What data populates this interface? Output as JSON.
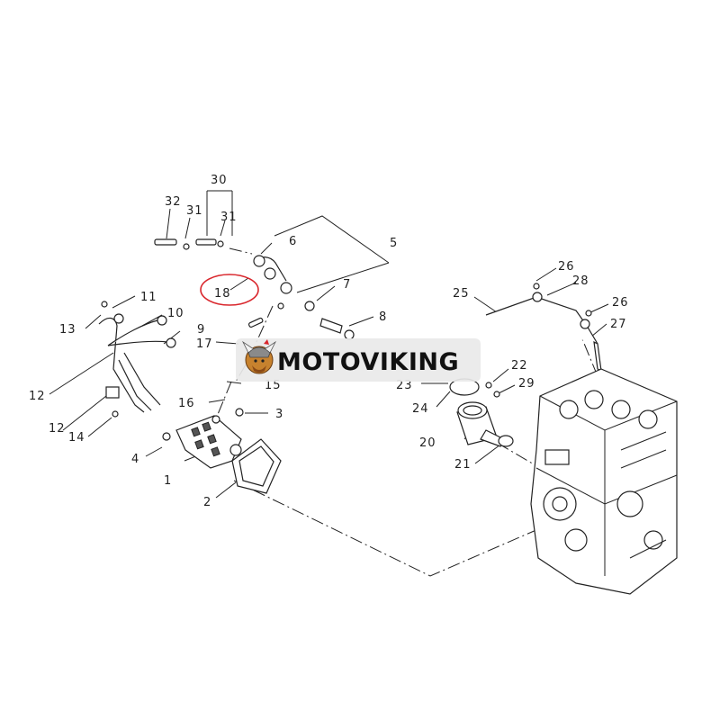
{
  "diagram": {
    "callouts": [
      "1",
      "2",
      "3",
      "4",
      "5",
      "6",
      "7",
      "8",
      "9",
      "10",
      "11",
      "12",
      "12",
      "13",
      "14",
      "15",
      "16",
      "17",
      "18",
      "20",
      "21",
      "22",
      "23",
      "24",
      "25",
      "26",
      "26",
      "27",
      "28",
      "29",
      "30",
      "31",
      "31",
      "32"
    ],
    "highlighted_callout": "18",
    "highlight_color": "#d9262c"
  },
  "watermark": {
    "text": "MOTOVIKING"
  }
}
